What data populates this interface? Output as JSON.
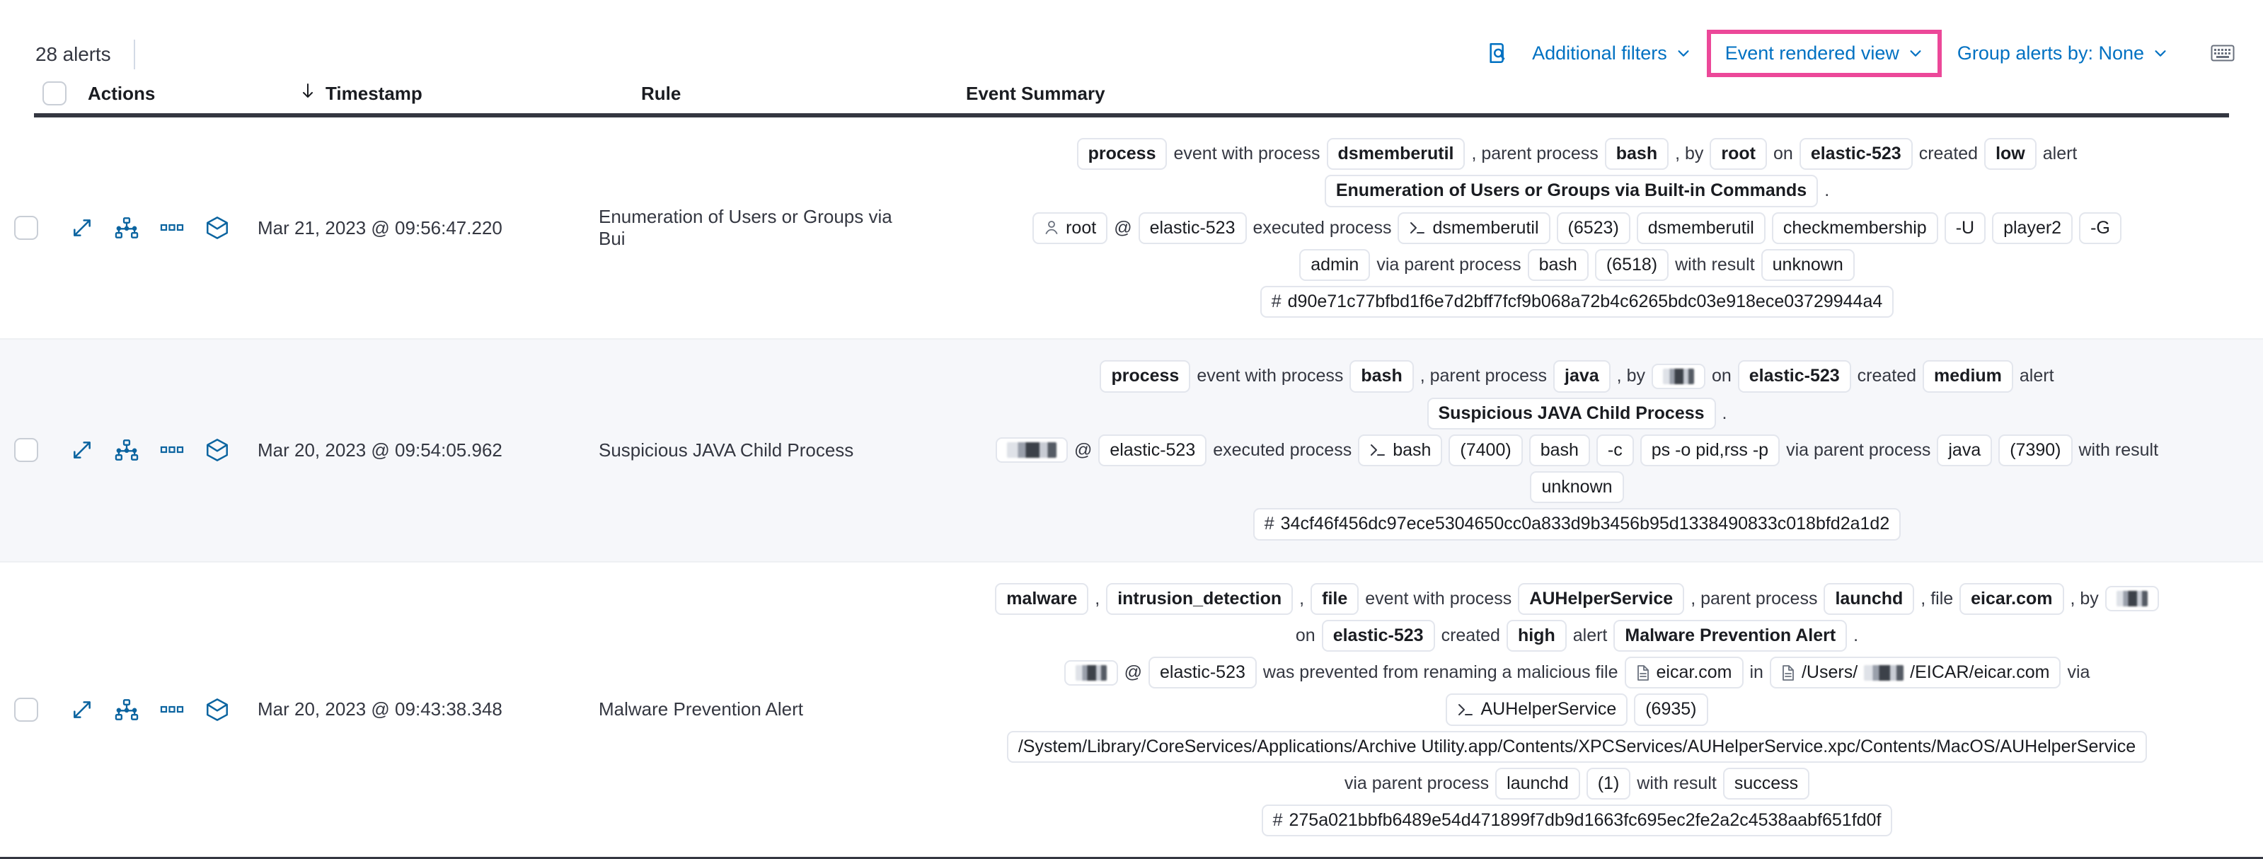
{
  "toolbar": {
    "alert_count": "28 alerts",
    "buttons": [
      {
        "name": "inspect-icon",
        "label": "",
        "icon": "inspect-icon"
      },
      {
        "name": "additional-filters",
        "label": "Additional filters",
        "icon": "chevron-down-icon"
      },
      {
        "name": "event-rendered-view",
        "label": "Event rendered view",
        "icon": "chevron-down-icon",
        "highlighted": true
      },
      {
        "name": "group-alerts-by",
        "label": "Group alerts by: None",
        "icon": "chevron-down-icon"
      },
      {
        "name": "keyboard-shortcuts",
        "label": "",
        "icon": "keyboard-icon"
      }
    ],
    "highlight_color": "#ec4899",
    "link_color": "#0071c2"
  },
  "table": {
    "columns": {
      "actions": "Actions",
      "timestamp": "Timestamp",
      "rule": "Rule",
      "event_summary": "Event Summary"
    },
    "sort_icon": "arrow-down-icon",
    "row_action_icons": [
      "expand-icon",
      "analyzer-icon",
      "more-actions-icon",
      "session-view-icon"
    ]
  },
  "rows": [
    {
      "timestamp": "Mar 21, 2023 @ 09:56:47.220",
      "rule": "Enumeration of Users or Groups via Bui",
      "summary": [
        [
          {
            "t": "pill",
            "v": "process",
            "bold": true
          },
          {
            "t": "txt",
            "v": "event with process"
          },
          {
            "t": "pill",
            "v": "dsmemberutil",
            "bold": true
          },
          {
            "t": "txt",
            "v": ", parent process"
          },
          {
            "t": "pill",
            "v": "bash",
            "bold": true
          },
          {
            "t": "txt",
            "v": ", by"
          },
          {
            "t": "pill",
            "v": "root",
            "bold": true
          },
          {
            "t": "txt",
            "v": "on"
          },
          {
            "t": "pill",
            "v": "elastic-523",
            "bold": true
          },
          {
            "t": "txt",
            "v": "created"
          },
          {
            "t": "pill",
            "v": "low",
            "bold": true
          },
          {
            "t": "txt",
            "v": "alert"
          }
        ],
        [
          {
            "t": "pill",
            "v": "Enumeration of Users or Groups via Built-in Commands",
            "bold": true
          },
          {
            "t": "txt",
            "v": "."
          }
        ],
        [
          {
            "t": "pill",
            "v": "root",
            "icon": "user-icon"
          },
          {
            "t": "txt",
            "v": "@"
          },
          {
            "t": "pill",
            "v": "elastic-523"
          },
          {
            "t": "txt",
            "v": "executed process"
          },
          {
            "t": "pill",
            "v": "dsmemberutil",
            "icon": "console-icon"
          },
          {
            "t": "pill",
            "v": "(6523)"
          },
          {
            "t": "pill",
            "v": "dsmemberutil"
          },
          {
            "t": "pill",
            "v": "checkmembership"
          },
          {
            "t": "pill",
            "v": "-U"
          },
          {
            "t": "pill",
            "v": "player2"
          },
          {
            "t": "pill",
            "v": "-G"
          }
        ],
        [
          {
            "t": "pill",
            "v": "admin"
          },
          {
            "t": "txt",
            "v": "via parent process"
          },
          {
            "t": "pill",
            "v": "bash"
          },
          {
            "t": "pill",
            "v": "(6518)"
          },
          {
            "t": "txt",
            "v": "with result"
          },
          {
            "t": "pill",
            "v": "unknown"
          }
        ],
        [
          {
            "t": "pill",
            "v": "d90e71c77bfbd1f6e7d2bff7fcf9b068a72b4c6265bdc03e918ece03729944a4",
            "icon": "hash-icon"
          }
        ]
      ]
    },
    {
      "timestamp": "Mar 20, 2023 @ 09:54:05.962",
      "rule": "Suspicious JAVA Child Process",
      "summary": [
        [
          {
            "t": "pill",
            "v": "process",
            "bold": true
          },
          {
            "t": "txt",
            "v": "event with process"
          },
          {
            "t": "pill",
            "v": "bash",
            "bold": true
          },
          {
            "t": "txt",
            "v": ", parent process"
          },
          {
            "t": "pill",
            "v": "java",
            "bold": true
          },
          {
            "t": "txt",
            "v": ", by"
          },
          {
            "t": "pill",
            "v": "",
            "redact": "sm"
          },
          {
            "t": "txt",
            "v": "on"
          },
          {
            "t": "pill",
            "v": "elastic-523",
            "bold": true
          },
          {
            "t": "txt",
            "v": "created"
          },
          {
            "t": "pill",
            "v": "medium",
            "bold": true
          },
          {
            "t": "txt",
            "v": "alert"
          }
        ],
        [
          {
            "t": "pill",
            "v": "Suspicious JAVA Child Process",
            "bold": true
          },
          {
            "t": "txt",
            "v": "."
          }
        ],
        [
          {
            "t": "pill",
            "v": "",
            "redact": "lg"
          },
          {
            "t": "txt",
            "v": "@"
          },
          {
            "t": "pill",
            "v": "elastic-523"
          },
          {
            "t": "txt",
            "v": "executed process"
          },
          {
            "t": "pill",
            "v": "bash",
            "icon": "console-icon"
          },
          {
            "t": "pill",
            "v": "(7400)"
          },
          {
            "t": "pill",
            "v": "bash"
          },
          {
            "t": "pill",
            "v": "-c"
          },
          {
            "t": "pill",
            "v": "ps -o pid,rss -p"
          },
          {
            "t": "txt",
            "v": "via parent process"
          },
          {
            "t": "pill",
            "v": "java"
          },
          {
            "t": "pill",
            "v": "(7390)"
          },
          {
            "t": "txt",
            "v": "with result"
          }
        ],
        [
          {
            "t": "pill",
            "v": "unknown"
          }
        ],
        [
          {
            "t": "pill",
            "v": "34cf46f456dc97ece5304650cc0a833d9b3456b95d1338490833c018bfd2a1d2",
            "icon": "hash-icon"
          }
        ]
      ]
    },
    {
      "timestamp": "Mar 20, 2023 @ 09:43:38.348",
      "rule": "Malware Prevention Alert",
      "summary": [
        [
          {
            "t": "pill",
            "v": "malware",
            "bold": true
          },
          {
            "t": "txt",
            "v": ","
          },
          {
            "t": "pill",
            "v": "intrusion_detection",
            "bold": true
          },
          {
            "t": "txt",
            "v": ","
          },
          {
            "t": "pill",
            "v": "file",
            "bold": true
          },
          {
            "t": "txt",
            "v": "event with process"
          },
          {
            "t": "pill",
            "v": "AUHelperService",
            "bold": true
          },
          {
            "t": "txt",
            "v": ", parent process"
          },
          {
            "t": "pill",
            "v": "launchd",
            "bold": true
          },
          {
            "t": "txt",
            "v": ", file"
          },
          {
            "t": "pill",
            "v": "eicar.com",
            "bold": true
          },
          {
            "t": "txt",
            "v": ", by"
          },
          {
            "t": "pill",
            "v": "",
            "redact": "sm"
          }
        ],
        [
          {
            "t": "txt",
            "v": "on"
          },
          {
            "t": "pill",
            "v": "elastic-523",
            "bold": true
          },
          {
            "t": "txt",
            "v": "created"
          },
          {
            "t": "pill",
            "v": "high",
            "bold": true
          },
          {
            "t": "txt",
            "v": "alert"
          },
          {
            "t": "pill",
            "v": "Malware Prevention Alert",
            "bold": true
          },
          {
            "t": "txt",
            "v": "."
          }
        ],
        [
          {
            "t": "pill",
            "v": "",
            "redact": "sm"
          },
          {
            "t": "txt",
            "v": "@"
          },
          {
            "t": "pill",
            "v": "elastic-523"
          },
          {
            "t": "txt",
            "v": "was prevented from renaming a malicious file"
          },
          {
            "t": "pill",
            "v": "eicar.com",
            "icon": "file-icon"
          },
          {
            "t": "txt",
            "v": "in"
          },
          {
            "t": "pill",
            "v": "/Users/",
            "v2": "/EICAR/eicar.com",
            "icon": "file-icon",
            "redact": "mid"
          },
          {
            "t": "txt",
            "v": "via"
          }
        ],
        [
          {
            "t": "pill",
            "v": "AUHelperService",
            "icon": "console-icon"
          },
          {
            "t": "pill",
            "v": "(6935)"
          }
        ],
        [
          {
            "t": "pill",
            "v": "/System/Library/CoreServices/Applications/Archive Utility.app/Contents/XPCServices/AUHelperService.xpc/Contents/MacOS/AUHelperService"
          }
        ],
        [
          {
            "t": "txt",
            "v": "via parent process"
          },
          {
            "t": "pill",
            "v": "launchd"
          },
          {
            "t": "pill",
            "v": "(1)"
          },
          {
            "t": "txt",
            "v": "with result"
          },
          {
            "t": "pill",
            "v": "success"
          }
        ],
        [
          {
            "t": "pill",
            "v": "275a021bbfb6489e54d471899f7db9d1663fc695ec2fe2a2c4538aabf651fd0f",
            "icon": "hash-icon"
          }
        ]
      ]
    }
  ]
}
